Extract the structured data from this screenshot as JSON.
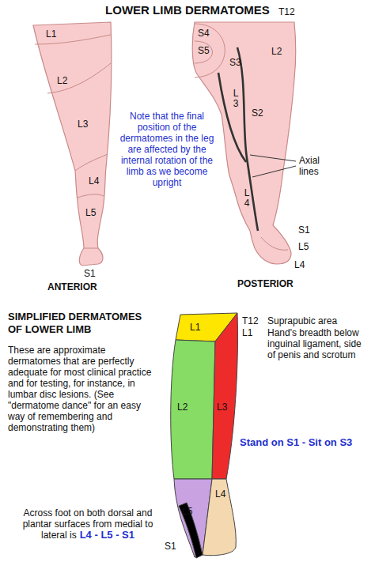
{
  "diagram": {
    "title": "LOWER LIMB DERMATOMES",
    "labels": [
      "L1",
      "L2",
      "L3",
      "L4",
      "L5",
      "S1",
      "ANTERIOR",
      "Note that the final position of the dermatomes in the leg are affected by the internal rotation of the limb as we become upright",
      "T12",
      "S4",
      "S5",
      "S3",
      "L2",
      "L 3",
      "S2",
      "L 4",
      "Axial lines",
      "S1",
      "L5",
      "L4",
      "POSTERIOR",
      "SIMPLIFIED DERMATOMES OF LOWER LIMB",
      "These are approximate dermatomes that are perfectly adequate for most clinical practice and for testing, for instance, in lumbar disc lesions. (See \"dermatome dance\" for an easy way of remembering and demonstrating them)",
      "T12",
      "Suprapubic area",
      "L1",
      "Hand's breadth below inguinal ligament, side of penis and scrotum",
      "Stand on S1 - Sit on S3",
      "L1",
      "L2",
      "L3",
      "L4",
      "L5",
      "S1",
      "Across foot on both dorsal and plantar surfaces from medial to lateral is",
      "L4 - L5 - S1"
    ]
  }
}
